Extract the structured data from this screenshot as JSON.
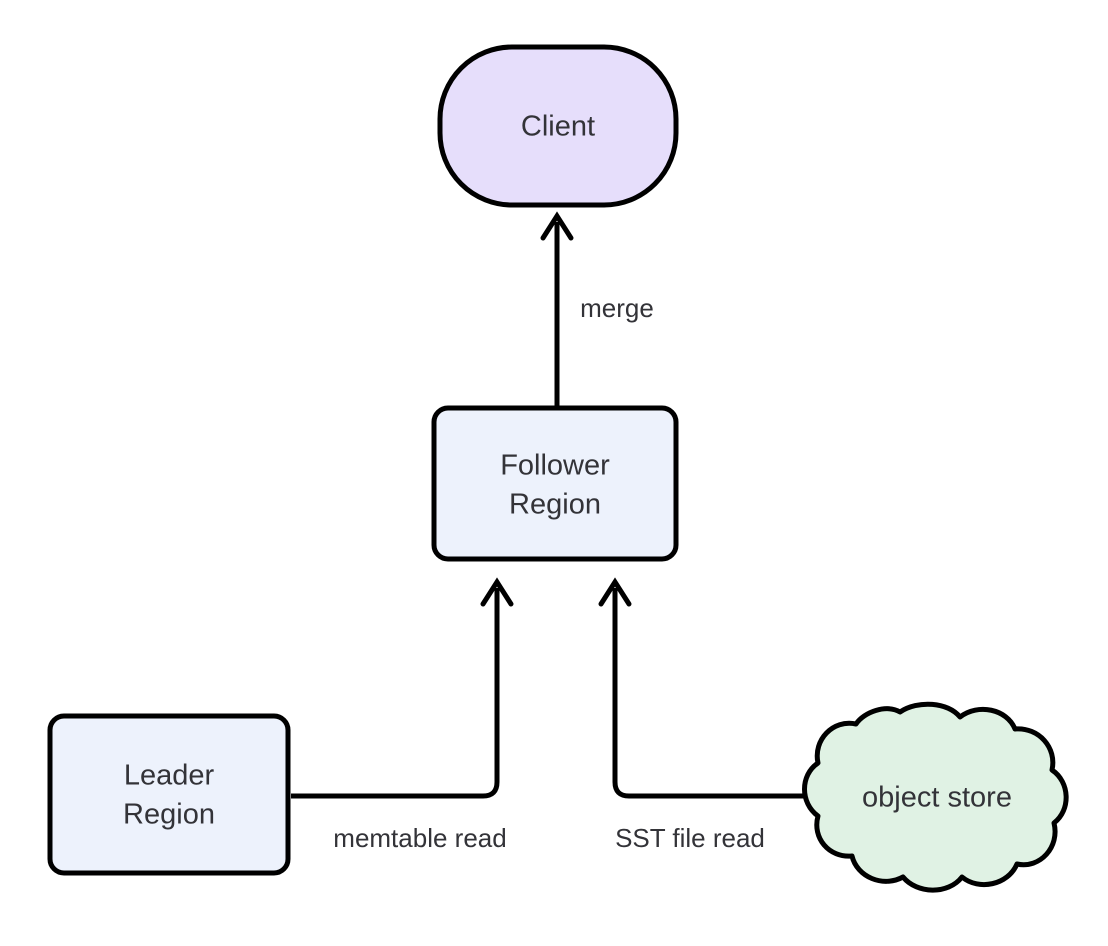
{
  "diagram": {
    "type": "flowchart",
    "background": "#ffffff",
    "text_color": "#333338",
    "stroke_color": "#000000",
    "nodes": [
      {
        "id": "client",
        "label": "Client",
        "shape": "stadium",
        "fill": "#E6DEFB"
      },
      {
        "id": "follower",
        "label_line1": "Follower",
        "label_line2": "Region",
        "shape": "rounded-rect",
        "fill": "#EDF2FC"
      },
      {
        "id": "leader",
        "label_line1": "Leader",
        "label_line2": "Region",
        "shape": "rounded-rect",
        "fill": "#EDF2FC"
      },
      {
        "id": "object_store",
        "label": "object store",
        "shape": "cloud",
        "fill": "#E0F2E4"
      }
    ],
    "edges": [
      {
        "id": "merge",
        "from": "follower",
        "to": "client",
        "label": "merge"
      },
      {
        "id": "memtable-read",
        "from": "leader",
        "to": "follower",
        "label": "memtable read"
      },
      {
        "id": "sst-file-read",
        "from": "object_store",
        "to": "follower",
        "label": "SST file read"
      }
    ]
  }
}
